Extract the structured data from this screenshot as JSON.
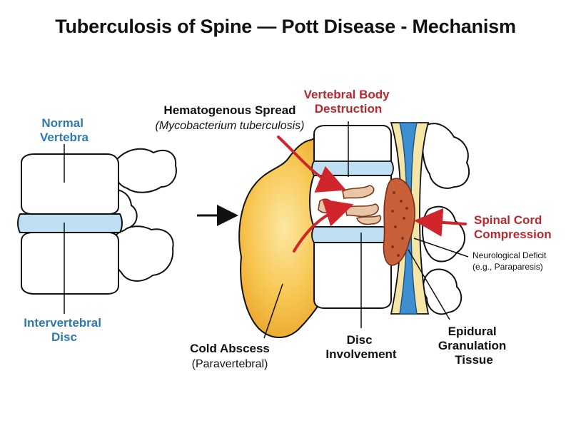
{
  "title": "Tuberculosis of Spine — Pott Disease - Mechanism",
  "labels": {
    "normal_vertebra": [
      "Normal",
      "Vertebra"
    ],
    "intervertebral_disc": [
      "Intervertebral",
      "Disc"
    ],
    "hematogenous_spread": "Hematogenous Spread",
    "hematogenous_cause": "(Mycobacterium tuberculosis)",
    "vertebral_body_destruction": [
      "Vertebral Body",
      "Destruction"
    ],
    "spinal_cord_compression": [
      "Spinal Cord",
      "Compression"
    ],
    "neurological_deficit": [
      "Neurological Deficit",
      "(e.g., Paraparesis)"
    ],
    "cold_abscess": "Cold Abscess",
    "cold_abscess_sub": "(Paravertebral)",
    "disc_involvement": [
      "Disc",
      "Involvement"
    ],
    "epidural_granulation": [
      "Epidural",
      "Granulation",
      "Tissue"
    ]
  },
  "colors": {
    "blue_label": "#2f78b4",
    "red_label": "#b8282e",
    "disc_blue": "#bfe0f2",
    "abscess_yellow": "#f6c24a",
    "granulation": "#c8603a",
    "arrow_red": "#d0262b",
    "cord_blue": "#3e8fd0"
  }
}
